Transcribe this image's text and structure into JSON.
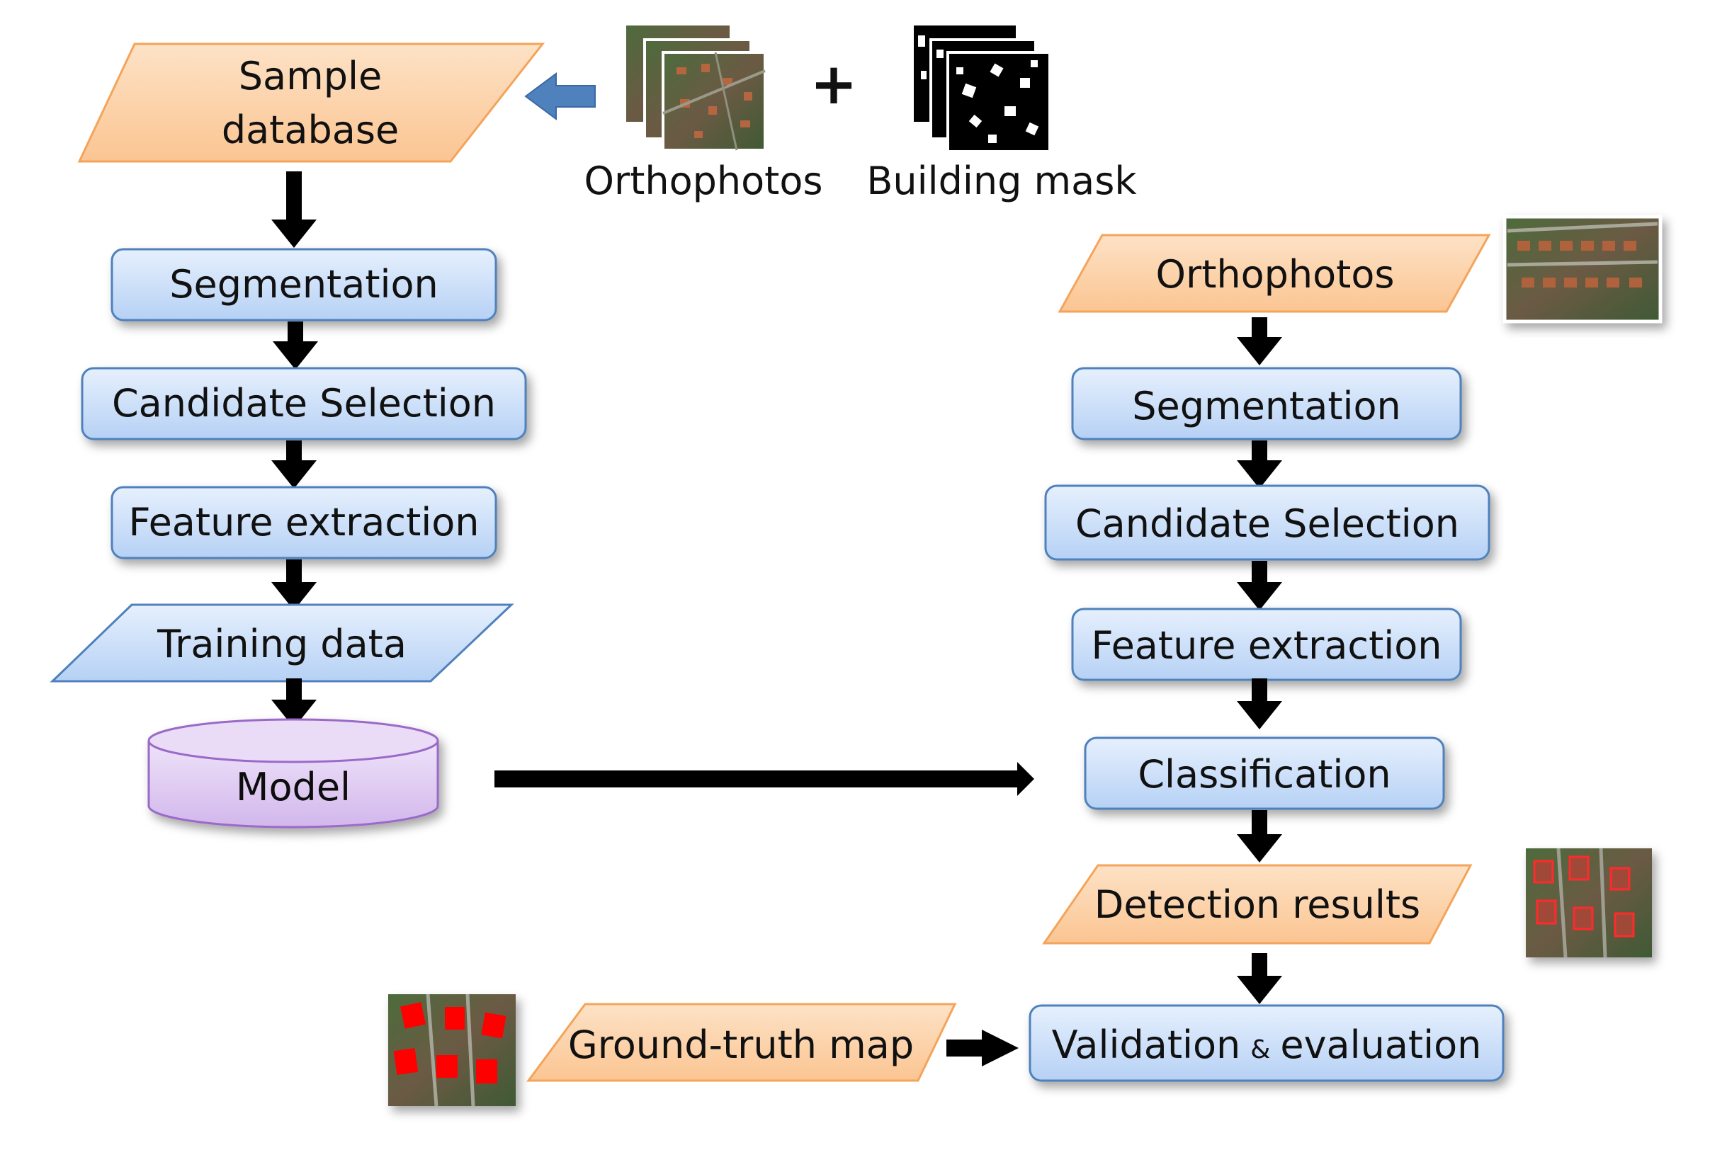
{
  "left_flow": {
    "sample_database": [
      "Sample",
      "database"
    ],
    "segmentation": "Segmentation",
    "candidate_selection": "Candidate Selection",
    "feature_extraction": "Feature extraction",
    "training_data": "Training data",
    "model": "Model"
  },
  "inputs": {
    "plus_sign": "+",
    "orthophotos_caption": "Orthophotos",
    "building_mask_caption": "Building mask"
  },
  "right_flow": {
    "orthophotos": "Orthophotos",
    "segmentation": "Segmentation",
    "candidate_selection": "Candidate Selection",
    "feature_extraction": "Feature extraction",
    "classification": "Classification",
    "detection_results": "Detection results",
    "ground_truth_map": "Ground-truth map",
    "validation": "Validation",
    "validation_amp": "&",
    "evaluation": "evaluation"
  },
  "colors": {
    "orange_fill": "#fbd1a8",
    "orange_stroke": "#f4a45a",
    "blue_fill": "#cfe2fb",
    "blue_stroke": "#4f81bd",
    "purple_fill": "#e0cdf1",
    "purple_stroke": "#9b6bc9",
    "arrow": "#000000",
    "input_arrow": "#4f81bd"
  },
  "icons": [
    "aerial-thumbnail",
    "building-mask-thumbnail",
    "detection-overlay-thumbnail",
    "ground-truth-thumbnail"
  ]
}
